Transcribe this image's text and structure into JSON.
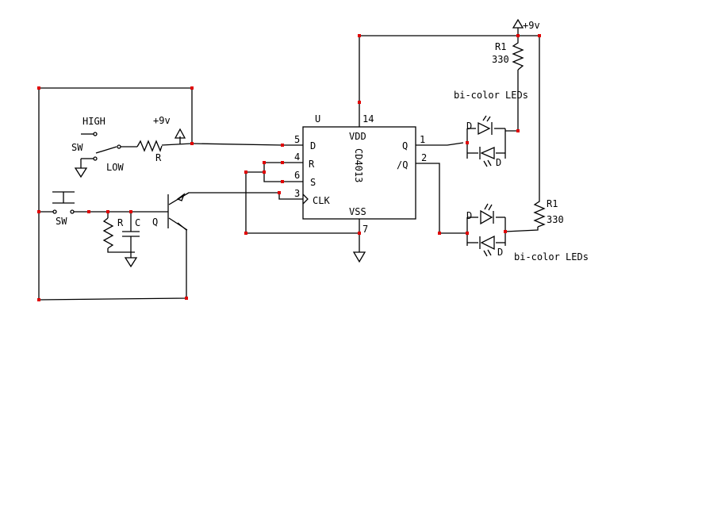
{
  "labels": {
    "high": "HIGH",
    "low": "LOW",
    "sw_toggle": "SW",
    "sw_push": "SW",
    "plus9v_left": "+9v",
    "plus9v_right": "+9v",
    "r_input": "R",
    "r_debounce": "R",
    "c_debounce": "C",
    "q_transistor": "Q",
    "ic_ref": "U",
    "ic_name": "CD4013",
    "ic_vdd": "VDD",
    "ic_vss": "VSS",
    "ic_d": "D",
    "ic_r": "R",
    "ic_s": "S",
    "ic_clk": "CLK",
    "ic_q": "Q",
    "ic_qbar": "/Q",
    "pin_5": "5",
    "pin_4": "4",
    "pin_6": "6",
    "pin_3": "3",
    "pin_14": "14",
    "pin_7": "7",
    "pin_1": "1",
    "pin_2": "2",
    "r1_top_name": "R1",
    "r1_top_value": "330",
    "r1_bot_name": "R1",
    "r1_bot_value": "330",
    "leds_top": "bi-color LEDs",
    "leds_bottom": "bi-color LEDs",
    "led_d1": "D",
    "led_d2": "D",
    "led_d3": "D",
    "led_d4": "D"
  },
  "colors": {
    "wire": "#000000",
    "node": "#e00000",
    "background": "#ffffff"
  }
}
